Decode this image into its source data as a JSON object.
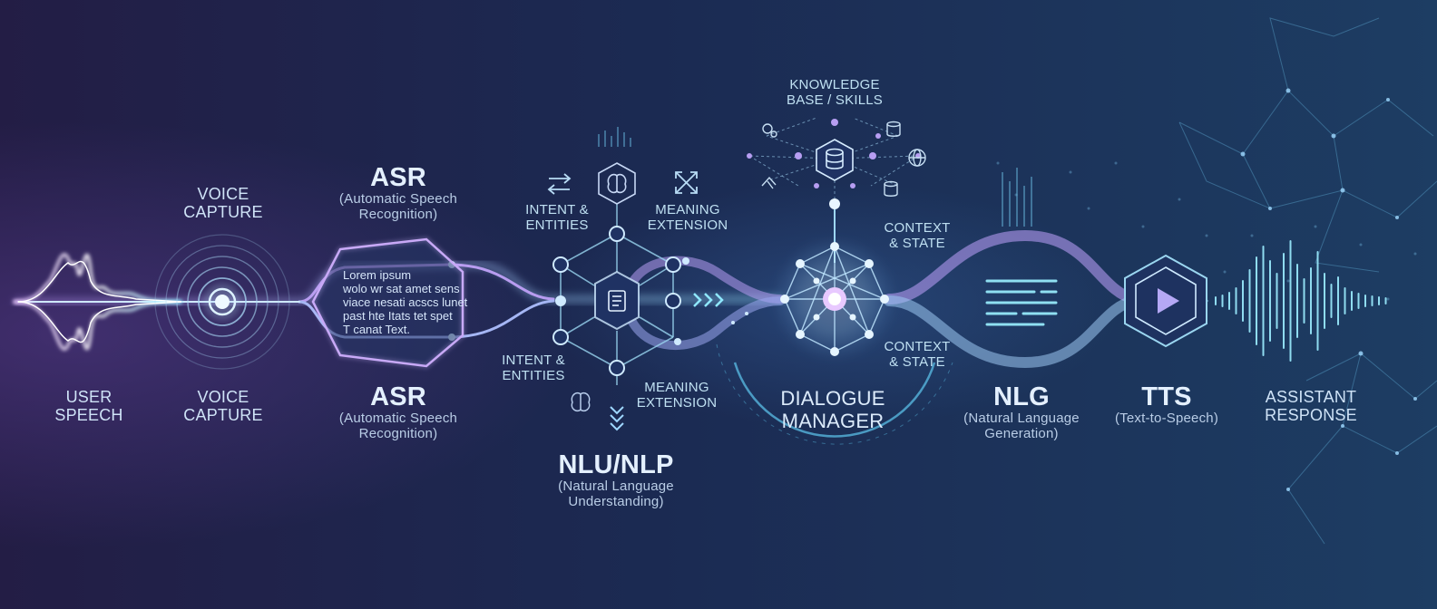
{
  "labels": {
    "user_speech": [
      "USER",
      "SPEECH"
    ],
    "voice_capture_top": [
      "VOICE",
      "CAPTURE"
    ],
    "voice_capture_bottom": [
      "VOICE",
      "CAPTURE"
    ],
    "asr_top_title": "ASR",
    "asr_top_sub": [
      "(Automatic Speech",
      "Recognition)"
    ],
    "asr_bottom_title": "ASR",
    "asr_bottom_sub": [
      "(Automatic Speech",
      "Recognition)"
    ],
    "asr_hex_text": [
      "Lorem ipsum",
      "wolo wr sat amet sens",
      "viace nesati acscs lunet",
      "past hte Itats tet spet",
      "T canat Text."
    ],
    "intent_top": [
      "INTENT &",
      "ENTITIES"
    ],
    "intent_bottom": [
      "INTENT &",
      "ENTITIES"
    ],
    "meaning_top": [
      "MEANING",
      "EXTENSION"
    ],
    "meaning_bottom": [
      "MEANING",
      "EXTENSION"
    ],
    "nlu_title": "NLU/NLP",
    "nlu_sub": [
      "(Natural Language",
      "Understanding)"
    ],
    "knowledge": [
      "KNOWLEDGE",
      "BASE / SKILLS"
    ],
    "context_top": [
      "CONTEXT",
      "& STATE"
    ],
    "context_bottom": [
      "CONTEXT",
      "& STATE"
    ],
    "dialogue_manager": [
      "DIALOGUE",
      "MANAGER"
    ],
    "nlg_title": "NLG",
    "nlg_sub": [
      "(Natural Language",
      "Generation)"
    ],
    "tts_title": "TTS",
    "tts_sub": "(Text-to-Speech)",
    "assistant": [
      "ASSISTANT",
      "RESPONSE"
    ]
  },
  "icons": {
    "swap": "swap-arrows-icon",
    "brain": "brain-icon",
    "expand": "expand-arrows-icon",
    "document": "document-icon",
    "database": "database-icon",
    "globe": "globe-icon",
    "play": "play-icon",
    "chevrons": "chevrons-down-icon"
  },
  "colors": {
    "background": "#1a2547",
    "accent_cyan": "#7fe3ff",
    "accent_purple": "#b48cf2",
    "text": "#cfe3f7"
  }
}
